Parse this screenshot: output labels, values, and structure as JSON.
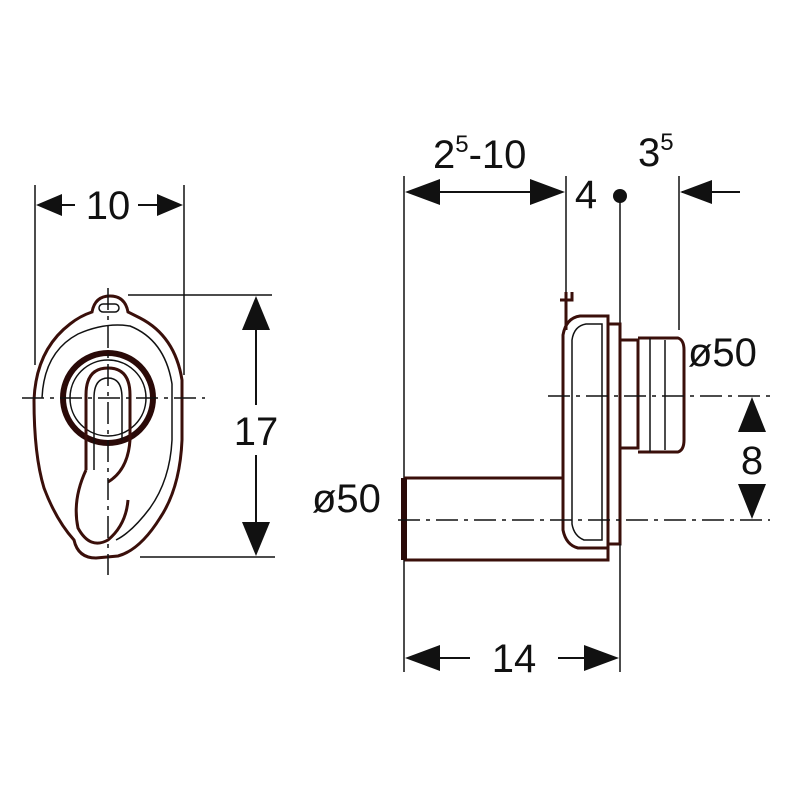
{
  "colors": {
    "outline": "#3a0f0a",
    "dimension": "#111111",
    "background": "#ffffff"
  },
  "front_view": {
    "width_label": "10",
    "height_label": "17"
  },
  "side_view": {
    "top_left_base": "2",
    "top_left_sup": "5",
    "top_left_rest": "-10",
    "top_mid_label": "4",
    "top_right_base": "3",
    "top_right_sup": "5",
    "outlet_diameter_label": "ø50",
    "offset_label": "8",
    "inlet_diameter_label": "ø50",
    "depth_label": "14"
  }
}
